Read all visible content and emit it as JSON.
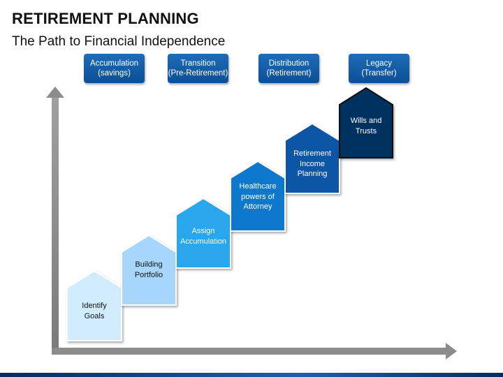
{
  "title": "RETIREMENT PLANNING",
  "subtitle": "The Path to Financial Independence",
  "phases": [
    {
      "line1": "Accumulation",
      "line2": "(savings)"
    },
    {
      "line1": "Transition",
      "line2": "(Pre-Retirement)"
    },
    {
      "line1": "Distribution",
      "line2": "(Retirement)"
    },
    {
      "line1": "Legacy",
      "line2": "(Transfer)"
    }
  ],
  "steps": [
    {
      "line1": "Identify",
      "line2": "Goals",
      "line3": "",
      "fill": "#d2ecff",
      "text_color": "#111111"
    },
    {
      "line1": "Building",
      "line2": "Portfolio",
      "line3": "",
      "fill": "#a6d6fb",
      "text_color": "#111111"
    },
    {
      "line1": "Assign",
      "line2": "Accumulation",
      "line3": "",
      "fill": "#29a7ec",
      "text_color": "#ffffff"
    },
    {
      "line1": "Healthcare",
      "line2": "powers of",
      "line3": "Attorney",
      "fill": "#0d78cc",
      "text_color": "#ffffff"
    },
    {
      "line1": "Retirement",
      "line2": "Income",
      "line3": "Planning",
      "fill": "#0d57a6",
      "text_color": "#ffffff"
    },
    {
      "line1": "Wills and",
      "line2": "Trusts",
      "line3": "",
      "fill": "#06305e",
      "text_color": "#ffffff"
    }
  ],
  "colors": {
    "axis": "#8c8c8c",
    "phase_box": "#0b4f96",
    "house_stroke": "#ffffff"
  }
}
